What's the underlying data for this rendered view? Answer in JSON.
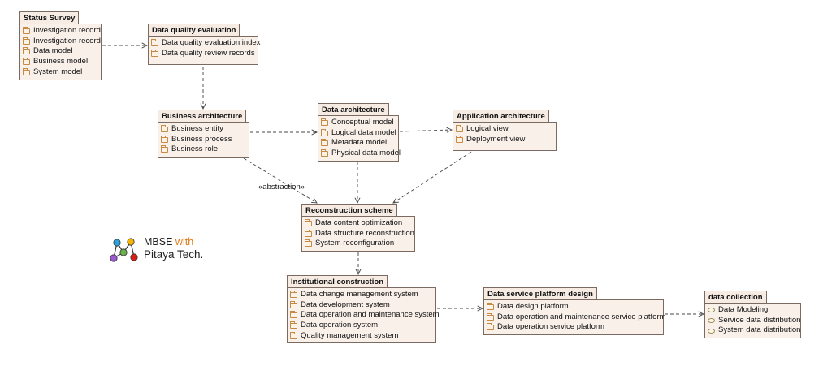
{
  "packages": {
    "status_survey": {
      "title": "Status Survey",
      "items": [
        {
          "label": "Investigation record",
          "icon": "folder-icon"
        },
        {
          "label": "Investigation record",
          "icon": "folder-icon"
        },
        {
          "label": "Data model",
          "icon": "folder-icon"
        },
        {
          "label": "Business model",
          "icon": "folder-icon"
        },
        {
          "label": "System model",
          "icon": "folder-icon"
        }
      ]
    },
    "data_quality": {
      "title": "Data quality evaluation",
      "items": [
        {
          "label": "Data quality evaluation index",
          "icon": "folder-icon"
        },
        {
          "label": "Data quality review records",
          "icon": "folder-icon"
        }
      ]
    },
    "business_arch": {
      "title": "Business architecture",
      "items": [
        {
          "label": "Business entity",
          "icon": "folder-icon"
        },
        {
          "label": "Business process",
          "icon": "folder-icon"
        },
        {
          "label": "Business role",
          "icon": "folder-icon"
        }
      ]
    },
    "data_arch": {
      "title": "Data architecture",
      "items": [
        {
          "label": "Conceptual model",
          "icon": "folder-icon"
        },
        {
          "label": "Logical data model",
          "icon": "folder-icon"
        },
        {
          "label": "Metadata model",
          "icon": "folder-icon"
        },
        {
          "label": "Physical data model",
          "icon": "folder-icon"
        }
      ]
    },
    "app_arch": {
      "title": "Application architecture",
      "items": [
        {
          "label": "Logical view",
          "icon": "folder-icon"
        },
        {
          "label": "Deployment view",
          "icon": "folder-icon"
        }
      ]
    },
    "reconstruction": {
      "title": "Reconstruction scheme",
      "items": [
        {
          "label": "Data content optimization",
          "icon": "folder-icon"
        },
        {
          "label": "Data structure reconstruction",
          "icon": "folder-icon"
        },
        {
          "label": "System reconfiguration",
          "icon": "folder-icon"
        }
      ]
    },
    "institutional": {
      "title": "Institutional construction",
      "items": [
        {
          "label": "Data change management system",
          "icon": "folder-icon"
        },
        {
          "label": "Data development system",
          "icon": "folder-icon"
        },
        {
          "label": "Data operation and maintenance system",
          "icon": "folder-icon"
        },
        {
          "label": "Data operation system",
          "icon": "folder-icon"
        },
        {
          "label": "Quality management system",
          "icon": "folder-icon"
        }
      ]
    },
    "service_platform": {
      "title": "Data service platform design",
      "items": [
        {
          "label": "Data design platform",
          "icon": "folder-icon"
        },
        {
          "label": "Data operation and maintenance service platform",
          "icon": "folder-icon"
        },
        {
          "label": "Data operation service platform",
          "icon": "folder-icon"
        }
      ]
    },
    "data_collection": {
      "title": "data collection",
      "items": [
        {
          "label": "Data Modeling",
          "icon": "usecase-icon"
        },
        {
          "label": "Service data distribution",
          "icon": "usecase-icon"
        },
        {
          "label": "System data distribution",
          "icon": "usecase-icon"
        }
      ]
    }
  },
  "relations": [
    {
      "from": "status_survey",
      "to": "data_quality",
      "label": ""
    },
    {
      "from": "data_quality",
      "to": "business_arch",
      "label": ""
    },
    {
      "from": "business_arch",
      "to": "data_arch",
      "label": ""
    },
    {
      "from": "data_arch",
      "to": "app_arch",
      "label": ""
    },
    {
      "from": "business_arch",
      "to": "reconstruction",
      "label": "«abstraction»"
    },
    {
      "from": "data_arch",
      "to": "reconstruction",
      "label": ""
    },
    {
      "from": "app_arch",
      "to": "reconstruction",
      "label": ""
    },
    {
      "from": "reconstruction",
      "to": "institutional",
      "label": ""
    },
    {
      "from": "institutional",
      "to": "service_platform",
      "label": ""
    },
    {
      "from": "service_platform",
      "to": "data_collection",
      "label": ""
    }
  ],
  "logo": {
    "line1_prefix": "MBSE",
    "line1_suffix": "with",
    "line2": "Pitaya Tech.",
    "node_colors": [
      "#29a3e0",
      "#f4b400",
      "#9b59d0",
      "#6ab04c",
      "#d91e18"
    ]
  }
}
